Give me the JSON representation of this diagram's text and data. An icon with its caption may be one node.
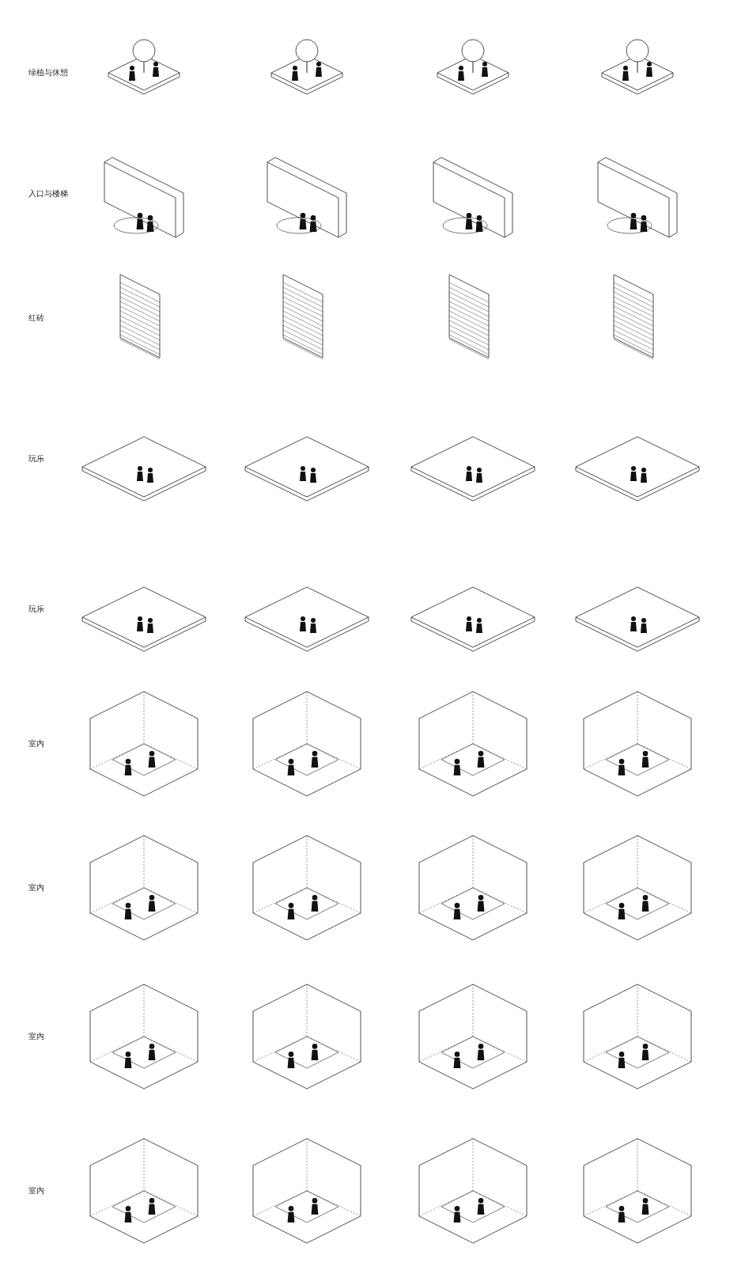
{
  "diagram": {
    "labels": [
      "绿植与休憩",
      "入口与楼梯",
      "红砖",
      "玩乐",
      "玩乐",
      "室内",
      "室内",
      "室内",
      "室内"
    ]
  }
}
